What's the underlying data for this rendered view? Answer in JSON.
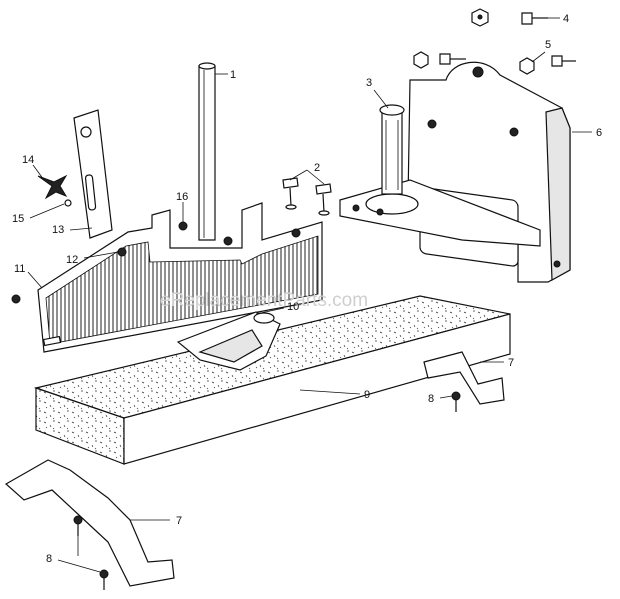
{
  "watermark": "eReplacementParts.com",
  "callouts": [
    {
      "id": "c1",
      "text": "1"
    },
    {
      "id": "c2",
      "text": "2"
    },
    {
      "id": "c3",
      "text": "3"
    },
    {
      "id": "c4",
      "text": "4"
    },
    {
      "id": "c5",
      "text": "5"
    },
    {
      "id": "c6",
      "text": "6"
    },
    {
      "id": "c7a",
      "text": "7"
    },
    {
      "id": "c7b",
      "text": "7"
    },
    {
      "id": "c8a",
      "text": "8"
    },
    {
      "id": "c8b",
      "text": "8"
    },
    {
      "id": "c9",
      "text": "9"
    },
    {
      "id": "c10",
      "text": "10"
    },
    {
      "id": "c11",
      "text": "11"
    },
    {
      "id": "c12",
      "text": "12"
    },
    {
      "id": "c13",
      "text": "13"
    },
    {
      "id": "c14",
      "text": "14"
    },
    {
      "id": "c15",
      "text": "15"
    },
    {
      "id": "c16",
      "text": "16"
    }
  ]
}
